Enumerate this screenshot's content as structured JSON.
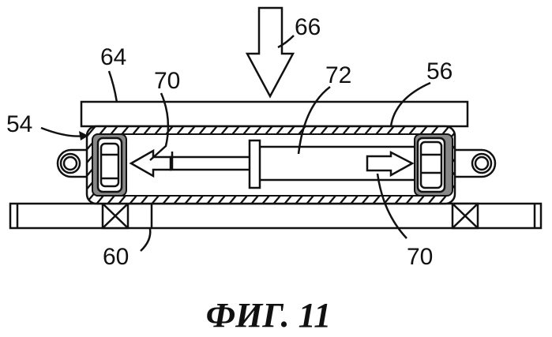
{
  "figure": {
    "caption": "ФИГ. 11",
    "labels": {
      "force": "66",
      "top_plate": "64",
      "actuator_left": "70",
      "rod": "72",
      "housing": "56",
      "assembly": "54",
      "base": "60",
      "actuator_right": "70"
    }
  }
}
